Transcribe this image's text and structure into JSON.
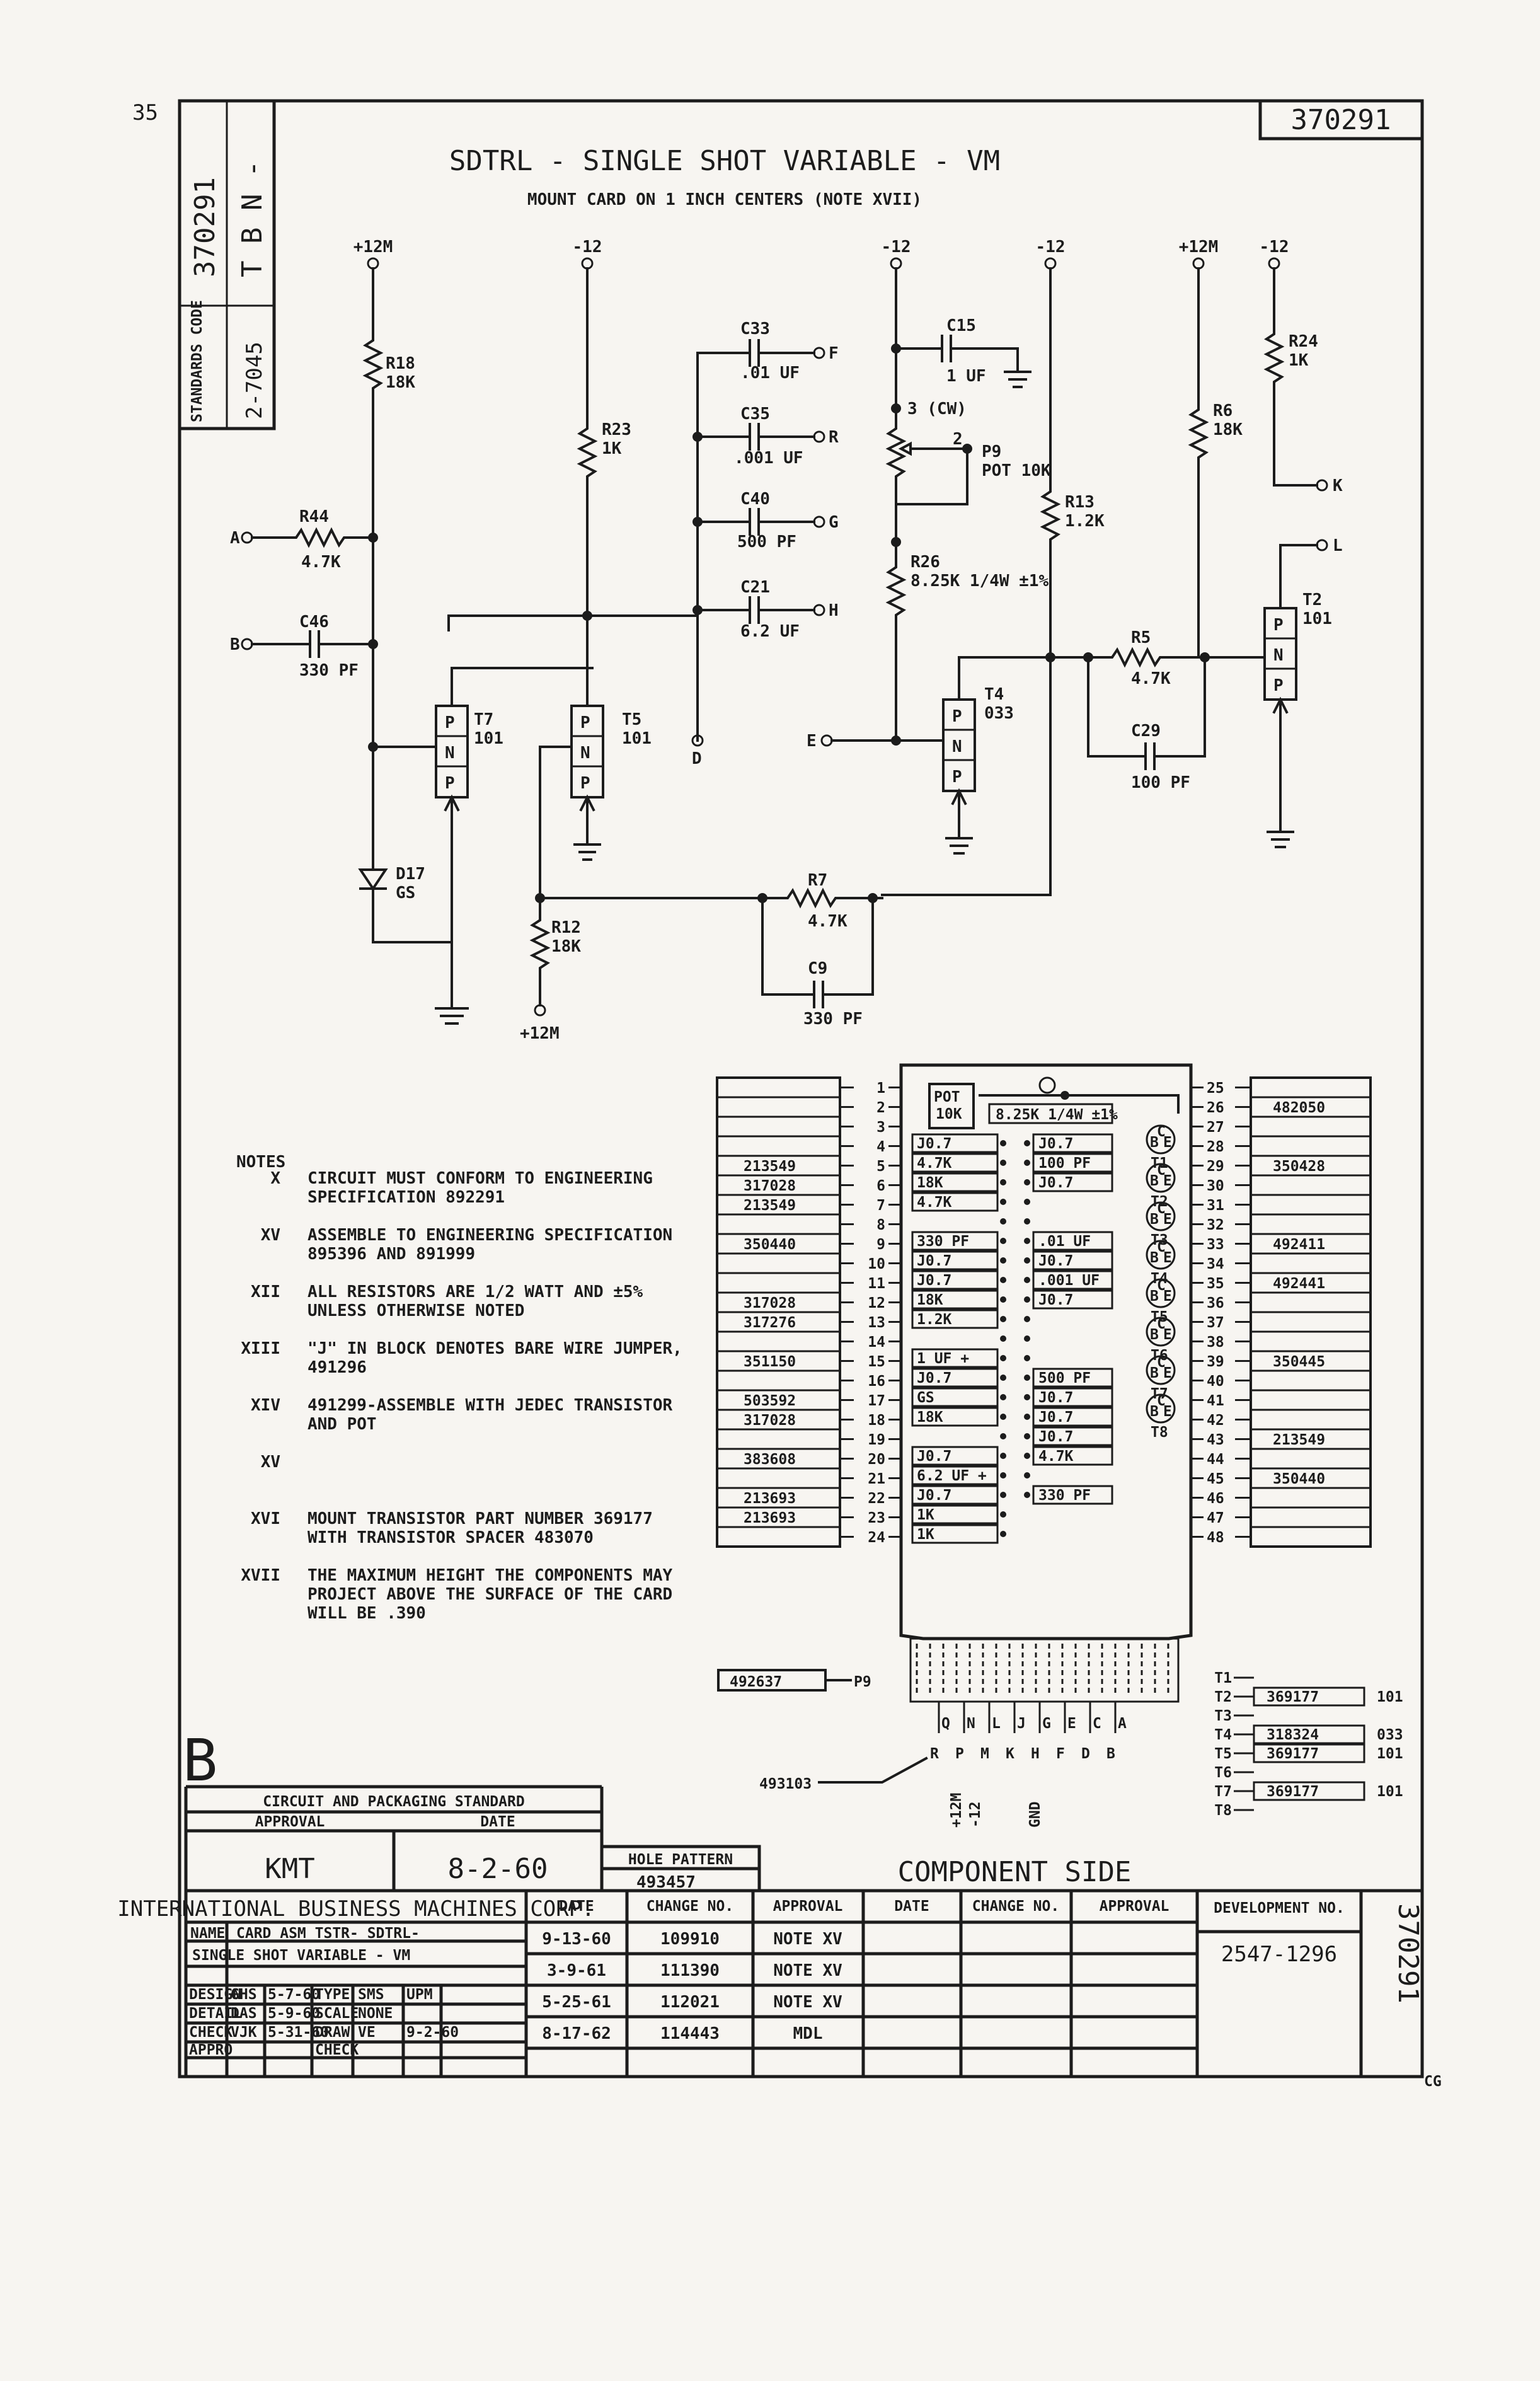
{
  "drawing_number": "370291",
  "title": "SDTRL - SINGLE SHOT VARIABLE - VM",
  "subtitle": "MOUNT CARD ON 1 INCH CENTERS (NOTE XVII)",
  "margin_notes": {
    "page_mark": "35",
    "corner_mark": "CG"
  },
  "side_block": {
    "number": "370291",
    "tbn": "T B N -",
    "standards_label": "STANDARDS CODE",
    "standards_code": "2-7045"
  },
  "schematic": {
    "rails": [
      "+12M",
      "-12",
      "-12",
      "-12",
      "+12M",
      "-12"
    ],
    "components": [
      {
        "ref": "R18",
        "value": "18K"
      },
      {
        "ref": "R23",
        "value": "1K"
      },
      {
        "ref": "R44",
        "value": "4.7K"
      },
      {
        "ref": "C46",
        "value": "330 PF"
      },
      {
        "ref": "C33",
        "value": ".01 UF"
      },
      {
        "ref": "C35",
        "value": ".001 UF"
      },
      {
        "ref": "C40",
        "value": "500 PF"
      },
      {
        "ref": "C21",
        "value": "6.2 UF"
      },
      {
        "ref": "C15",
        "value": "1 UF"
      },
      {
        "ref": "P9",
        "value": "POT 10K"
      },
      {
        "ref": "R26",
        "value": "8.25K 1/4W ±1%"
      },
      {
        "ref": "R13",
        "value": "1.2K"
      },
      {
        "ref": "R6",
        "value": "18K"
      },
      {
        "ref": "R24",
        "value": "1K"
      },
      {
        "ref": "R5",
        "value": "4.7K"
      },
      {
        "ref": "C29",
        "value": "100 PF"
      },
      {
        "ref": "R7",
        "value": "4.7K"
      },
      {
        "ref": "C9",
        "value": "330 PF"
      },
      {
        "ref": "R12",
        "value": "18K"
      },
      {
        "ref": "D17",
        "value": "GS"
      }
    ],
    "transistors": [
      {
        "ref": "T7",
        "type": "101"
      },
      {
        "ref": "T5",
        "type": "101"
      },
      {
        "ref": "T4",
        "type": "033"
      },
      {
        "ref": "T2",
        "type": "101"
      }
    ],
    "pins": [
      "A",
      "B",
      "F",
      "R",
      "G",
      "H",
      "D",
      "E",
      "K",
      "L"
    ],
    "pot_terminals": {
      "t3": "3 (CW)",
      "t2": "2"
    },
    "r12_supply": "+12M"
  },
  "notes": {
    "heading": "NOTES",
    "items": [
      {
        "num": "X",
        "lines": [
          "CIRCUIT MUST CONFORM TO ENGINEERING",
          "SPECIFICATION 892291"
        ]
      },
      {
        "num": "XV",
        "lines": [
          "ASSEMBLE TO ENGINEERING SPECIFICATION",
          "895396 AND 891999"
        ]
      },
      {
        "num": "XII",
        "lines": [
          "ALL RESISTORS ARE 1/2 WATT AND ±5%",
          "UNLESS OTHERWISE NOTED"
        ]
      },
      {
        "num": "XIII",
        "lines": [
          "\"J\" IN BLOCK DENOTES BARE WIRE JUMPER,",
          "491296"
        ]
      },
      {
        "num": "XIV",
        "lines": [
          "491299-ASSEMBLE WITH JEDEC TRANSISTOR",
          "AND POT"
        ]
      },
      {
        "num": "XV",
        "lines": [
          ""
        ]
      },
      {
        "num": "XVI",
        "lines": [
          "MOUNT TRANSISTOR PART NUMBER 369177",
          "WITH TRANSISTOR SPACER 483070"
        ]
      },
      {
        "num": "XVII",
        "lines": [
          "THE MAXIMUM HEIGHT THE COMPONENTS MAY",
          "PROJECT ABOVE THE SURFACE OF THE CARD",
          "WILL BE .390"
        ]
      }
    ]
  },
  "card_layout": {
    "left_parts": [
      "",
      "",
      "",
      "",
      "213549",
      "317028",
      "213549",
      "",
      "350440",
      "",
      "",
      "317028",
      "317276",
      "",
      "351150",
      "",
      "503592",
      "317028",
      "",
      "383608",
      "",
      "213693",
      "213693",
      ""
    ],
    "right_parts": [
      "",
      "482050",
      "",
      "",
      "350428",
      "",
      "",
      "",
      "492411",
      "",
      "492441",
      "",
      "",
      "",
      "350445",
      "",
      "",
      "",
      "213549",
      "",
      "350440",
      "",
      "",
      ""
    ],
    "pot_label": "POT 10K",
    "pot_resistor": "8.25K 1/4W ±1%",
    "blocks_left": [
      "J0.7",
      "4.7K",
      "18K",
      "4.7K",
      "",
      "330 PF",
      "J0.7",
      "J0.7",
      "18K",
      "1.2K",
      "",
      "1 UF +",
      "J0.7",
      "GS",
      "18K",
      "",
      "J0.7",
      "6.2 UF +",
      "J0.7",
      "1K",
      "1K"
    ],
    "blocks_right": [
      "J0.7",
      "100 PF",
      "J0.7",
      "",
      "",
      ".01 UF",
      "J0.7",
      ".001 UF",
      "J0.7",
      "",
      "",
      "",
      "500 PF",
      "J0.7",
      "J0.7",
      "J0.7",
      "4.7K",
      "",
      "330 PF"
    ],
    "transistors": [
      "T1",
      "T2",
      "T3",
      "T4",
      "T5",
      "T6",
      "T7",
      "T8"
    ],
    "transistor_pins": [
      "C",
      "B",
      "E"
    ],
    "p9_part": "492637",
    "p9_label": "P9",
    "connector_part": "493103",
    "tabs_top": [
      "Q",
      "N",
      "L",
      "J",
      "G",
      "E",
      "C",
      "A"
    ],
    "tabs_bottom": [
      "R",
      "P",
      "M",
      "K",
      "H",
      "F",
      "D",
      "B"
    ],
    "supply_labels": [
      "+12M",
      "-12",
      "GND"
    ],
    "component_side": "COMPONENT SIDE"
  },
  "transistor_list": [
    {
      "pos": "T1",
      "part": "",
      "type": ""
    },
    {
      "pos": "T2",
      "part": "369177",
      "type": "101"
    },
    {
      "pos": "T3",
      "part": "",
      "type": ""
    },
    {
      "pos": "T4",
      "part": "318324",
      "type": "033"
    },
    {
      "pos": "T5",
      "part": "369177",
      "type": "101"
    },
    {
      "pos": "T6",
      "part": "",
      "type": ""
    },
    {
      "pos": "T7",
      "part": "369177",
      "type": "101"
    },
    {
      "pos": "T8",
      "part": "",
      "type": ""
    }
  ],
  "title_block": {
    "letter": "B",
    "cps_header": "CIRCUIT AND PACKAGING STANDARD",
    "approval_label": "APPROVAL",
    "date_label": "DATE",
    "approval_value": "KMT",
    "date_value": "8-2-60",
    "hole_pattern_label": "HOLE PATTERN",
    "hole_pattern_value": "493457",
    "company": "INTERNATIONAL BUSINESS MACHINES CORP.",
    "name_label": "NAME",
    "name_line1": "CARD ASM TSTR- SDTRL-",
    "name_line2": "SINGLE SHOT VARIABLE - VM",
    "rows": [
      {
        "label": "DESIGN",
        "who": "GHS",
        "date": "5-7-60",
        "k": "TYPE",
        "v": "SMS",
        "extra": "UPM"
      },
      {
        "label": "DETAIL",
        "who": "DAS",
        "date": "5-9-60",
        "k": "SCALE",
        "v": "NONE",
        "extra": ""
      },
      {
        "label": "CHECK",
        "who": "VJK",
        "date": "5-31-60",
        "k": "DRAW",
        "v": "VE",
        "extra": "9-2-60"
      },
      {
        "label": "APPRO",
        "who": "",
        "date": "",
        "k": "CHECK",
        "v": "",
        "extra": ""
      }
    ],
    "change_headers": [
      "DATE",
      "CHANGE NO.",
      "APPROVAL",
      "DATE",
      "CHANGE NO.",
      "APPROVAL"
    ],
    "changes": [
      {
        "date": "9-13-60",
        "no": "109910",
        "approval": "NOTE XV"
      },
      {
        "date": "3-9-61",
        "no": "111390",
        "approval": "NOTE XV"
      },
      {
        "date": "5-25-61",
        "no": "112021",
        "approval": "NOTE XV"
      },
      {
        "date": "8-17-62",
        "no": "114443",
        "approval": "MDL"
      }
    ],
    "development_label": "DEVELOPMENT NO.",
    "development_no": "2547-1296",
    "vertical_number": "370291"
  }
}
